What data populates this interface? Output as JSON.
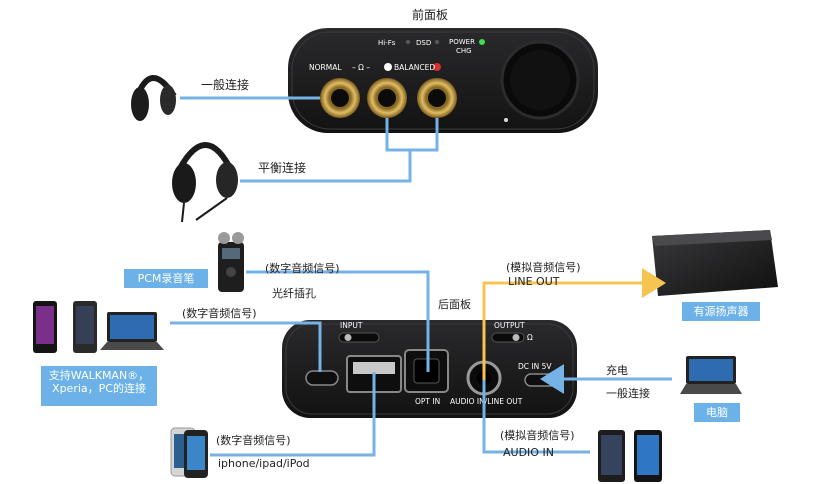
{
  "front_panel": {
    "title": "前面板",
    "indicators": [
      "Hi-Fs",
      "DSD",
      "POWER",
      "CHG"
    ],
    "jack_labels": [
      "NORMAL",
      "BALANCED"
    ],
    "normal_connection": "一般连接",
    "balanced_connection": "平衡连接"
  },
  "rear_panel": {
    "title": "后面板",
    "port_labels": [
      "INPUT",
      "OUTPUT",
      "OPT IN",
      "AUDIO IN/LINE OUT",
      "DC IN 5V"
    ]
  },
  "pcm_recorder": {
    "tag": "PCM录音笔",
    "signal": "(数字音频信号)",
    "cable": "光纤插孔"
  },
  "walkman": {
    "signal": "(数字音频信号)",
    "tag_lines": [
      "支持WALKMAN®，",
      "Xperia，PC的连接"
    ]
  },
  "ios": {
    "signal": "(数字音频信号)",
    "devices": "iphone/ipad/iPod"
  },
  "line_out": {
    "signal": "(模拟音频信号)",
    "label": "LINE OUT"
  },
  "audio_in": {
    "signal": "(模拟音频信号)",
    "label": "AUDIO IN"
  },
  "speaker": {
    "tag": "有源扬声器"
  },
  "computer": {
    "charge": "充电",
    "normal": "一般连接",
    "tag": "电脑"
  },
  "colors": {
    "blue_line": "#76b2e6",
    "yellow_line": "#f5c451",
    "tag_blue": "#6cb2e8",
    "device_body": "#1c1c1e",
    "gold": "#c9a24a"
  }
}
